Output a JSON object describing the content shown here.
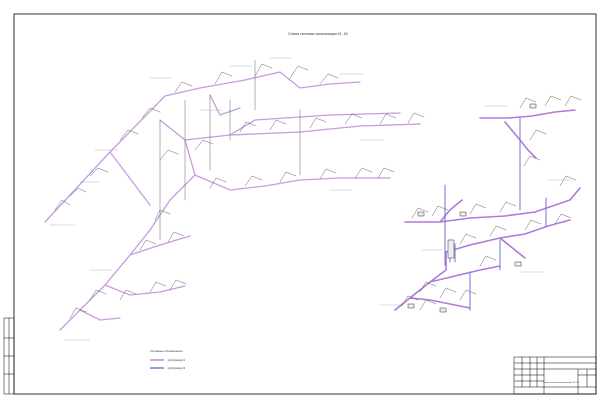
{
  "drawing": {
    "title": "Схема системы канализации К1, К2",
    "legend_title": "Условные обозначения",
    "legend_items": [
      {
        "label": "- трубопровод К1",
        "color": "#b87fd6"
      },
      {
        "label": "- трубопровод К2",
        "color": "#6f73d9"
      }
    ],
    "colors": {
      "pipe_main": "#b87fd6",
      "pipe_dark": "#6f73d9",
      "lines": "#444444",
      "frame": "#000000"
    }
  },
  "title_block": {
    "sheet_name": "Схема системы канализации К1, К2"
  }
}
